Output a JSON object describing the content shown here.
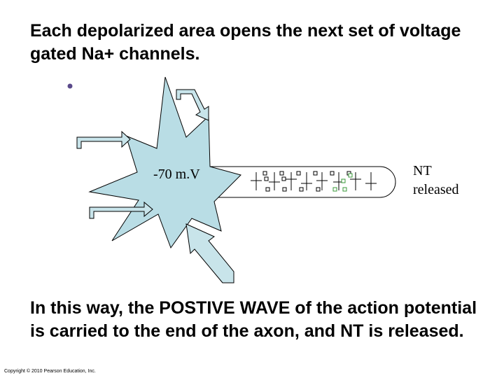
{
  "slide": {
    "title": "Each depolarized area opens the next set of voltage gated Na+ channels.",
    "caption": "In this way, the POSTIVE WAVE of the action potential is carried to the end of the axon, and NT is released.",
    "copyright": "Copyright © 2010 Pearson Education, Inc."
  },
  "diagram": {
    "membrane_potential_label": "-70 m.V",
    "nt_label_line1": "NT",
    "nt_label_line2": "released",
    "colors": {
      "cell_body_fill": "#b9dde5",
      "arrow_fill": "#c8e4ea",
      "outline": "#000000",
      "vesicle_green": "#3a9a3a",
      "dot": "#5a4a8a"
    }
  }
}
